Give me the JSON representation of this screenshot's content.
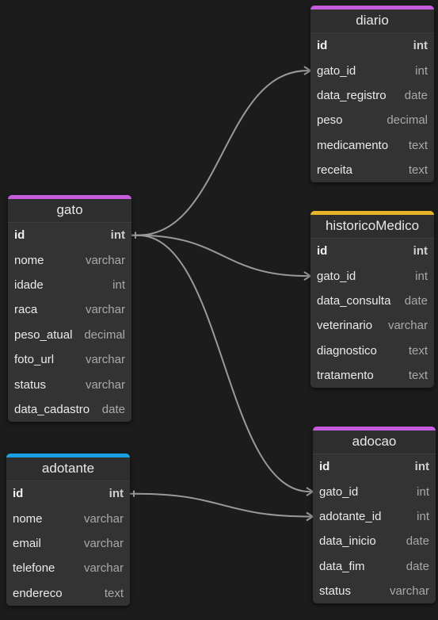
{
  "colors": {
    "background": "#1c1c1c",
    "connector": "#9a9a9a"
  },
  "tables": {
    "diario": {
      "name": "diario",
      "accent": "#c75bde",
      "columns": [
        {
          "name": "id",
          "type": "int",
          "pk": true
        },
        {
          "name": "gato_id",
          "type": "int"
        },
        {
          "name": "data_registro",
          "type": "date"
        },
        {
          "name": "peso",
          "type": "decimal"
        },
        {
          "name": "medicamento",
          "type": "text"
        },
        {
          "name": "receita",
          "type": "text"
        }
      ]
    },
    "gato": {
      "name": "gato",
      "accent": "#c75bde",
      "columns": [
        {
          "name": "id",
          "type": "int",
          "pk": true
        },
        {
          "name": "nome",
          "type": "varchar"
        },
        {
          "name": "idade",
          "type": "int"
        },
        {
          "name": "raca",
          "type": "varchar"
        },
        {
          "name": "peso_atual",
          "type": "decimal"
        },
        {
          "name": "foto_url",
          "type": "varchar"
        },
        {
          "name": "status",
          "type": "varchar"
        },
        {
          "name": "data_cadastro",
          "type": "date"
        }
      ]
    },
    "historicoMedico": {
      "name": "historicoMedico",
      "accent": "#e6b32a",
      "columns": [
        {
          "name": "id",
          "type": "int",
          "pk": true
        },
        {
          "name": "gato_id",
          "type": "int"
        },
        {
          "name": "data_consulta",
          "type": "date"
        },
        {
          "name": "veterinario",
          "type": "varchar"
        },
        {
          "name": "diagnostico",
          "type": "text"
        },
        {
          "name": "tratamento",
          "type": "text"
        }
      ]
    },
    "adotante": {
      "name": "adotante",
      "accent": "#1a9fe0",
      "columns": [
        {
          "name": "id",
          "type": "int",
          "pk": true
        },
        {
          "name": "nome",
          "type": "varchar"
        },
        {
          "name": "email",
          "type": "varchar"
        },
        {
          "name": "telefone",
          "type": "varchar"
        },
        {
          "name": "endereco",
          "type": "text"
        }
      ]
    },
    "adocao": {
      "name": "adocao",
      "accent": "#c75bde",
      "columns": [
        {
          "name": "id",
          "type": "int",
          "pk": true
        },
        {
          "name": "gato_id",
          "type": "int"
        },
        {
          "name": "adotante_id",
          "type": "int"
        },
        {
          "name": "data_inicio",
          "type": "date"
        },
        {
          "name": "data_fim",
          "type": "date"
        },
        {
          "name": "status",
          "type": "varchar"
        }
      ]
    }
  },
  "relations": [
    {
      "from": "gato.id",
      "to": "diario.gato_id"
    },
    {
      "from": "gato.id",
      "to": "historicoMedico.gato_id"
    },
    {
      "from": "gato.id",
      "to": "adocao.gato_id"
    },
    {
      "from": "adotante.id",
      "to": "adocao.adotante_id"
    }
  ]
}
